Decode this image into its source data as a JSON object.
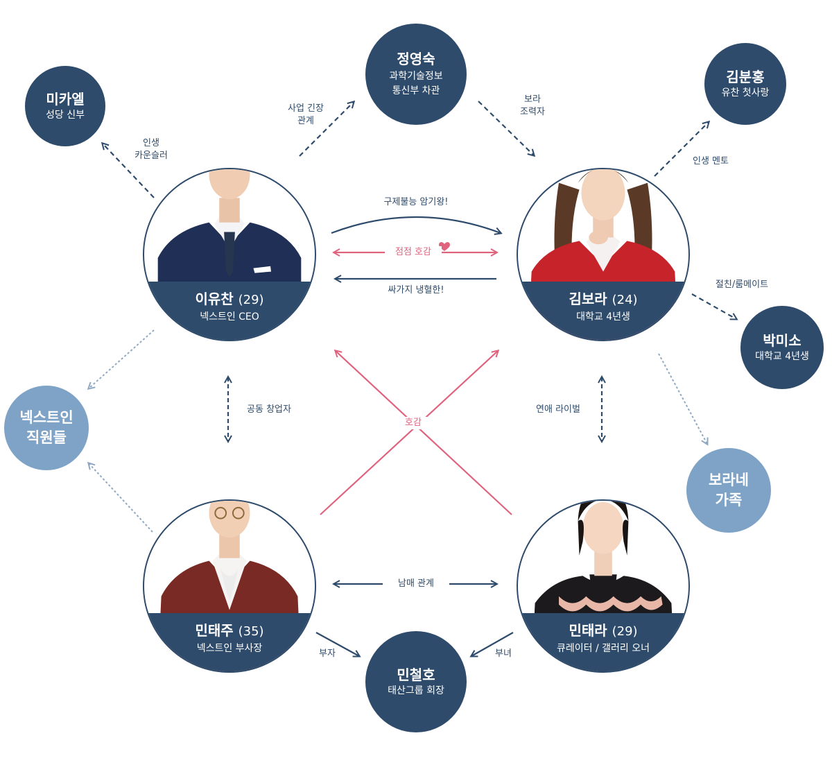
{
  "colors": {
    "navy": "#2e4b6b",
    "light_blue": "#7fa3c6",
    "pink": "#e0637e",
    "grey_dashed": "#8fa8c2"
  },
  "main_characters": [
    {
      "id": "yuchan",
      "name": "이유찬",
      "age": "(29)",
      "role": "넥스트인 CEO"
    },
    {
      "id": "bora",
      "name": "김보라",
      "age": "(24)",
      "role": "대학교 4년생"
    },
    {
      "id": "taeju",
      "name": "민태주",
      "age": "(35)",
      "role": "넥스트인 부사장"
    },
    {
      "id": "taera",
      "name": "민태라",
      "age": "(29)",
      "role": "큐레이터 / 갤러리 오너"
    }
  ],
  "satellites": {
    "michael": {
      "name": "미카엘",
      "role": "성당 신부"
    },
    "youngsook": {
      "name": "정영숙",
      "role_line1": "과학기술정보",
      "role_line2": "통신부 차관"
    },
    "bunhong": {
      "name": "김분홍",
      "role": "유찬 첫사랑"
    },
    "misoo": {
      "name": "박미소",
      "role": "대학교 4년생"
    },
    "staff": {
      "name_line1": "넥스트인",
      "name_line2": "직원들"
    },
    "bora_family": {
      "name_line1": "보라네",
      "name_line2": "가족"
    },
    "cheolho": {
      "name": "민철호",
      "role": "태산그룹 회장"
    }
  },
  "relations": {
    "life_counselor_1": "인생",
    "life_counselor_2": "카운슬러",
    "business_tension_1": "사업 긴장",
    "business_tension_2": "관계",
    "bora_helper_1": "보라",
    "bora_helper_2": "조력자",
    "life_mentor": "인생 멘토",
    "best_friend_roommate": "절친/룸메이트",
    "memorization_king": "구제불능 암기왕!",
    "growing_affection": "점점 호감",
    "rude_cold": "싸가지 냉혈한!",
    "cofounder": "공동 창업자",
    "love_rival": "연애 라이벌",
    "affection": "호감",
    "siblings": "남매 관계",
    "father_son": "부자",
    "father_daughter": "부녀"
  }
}
